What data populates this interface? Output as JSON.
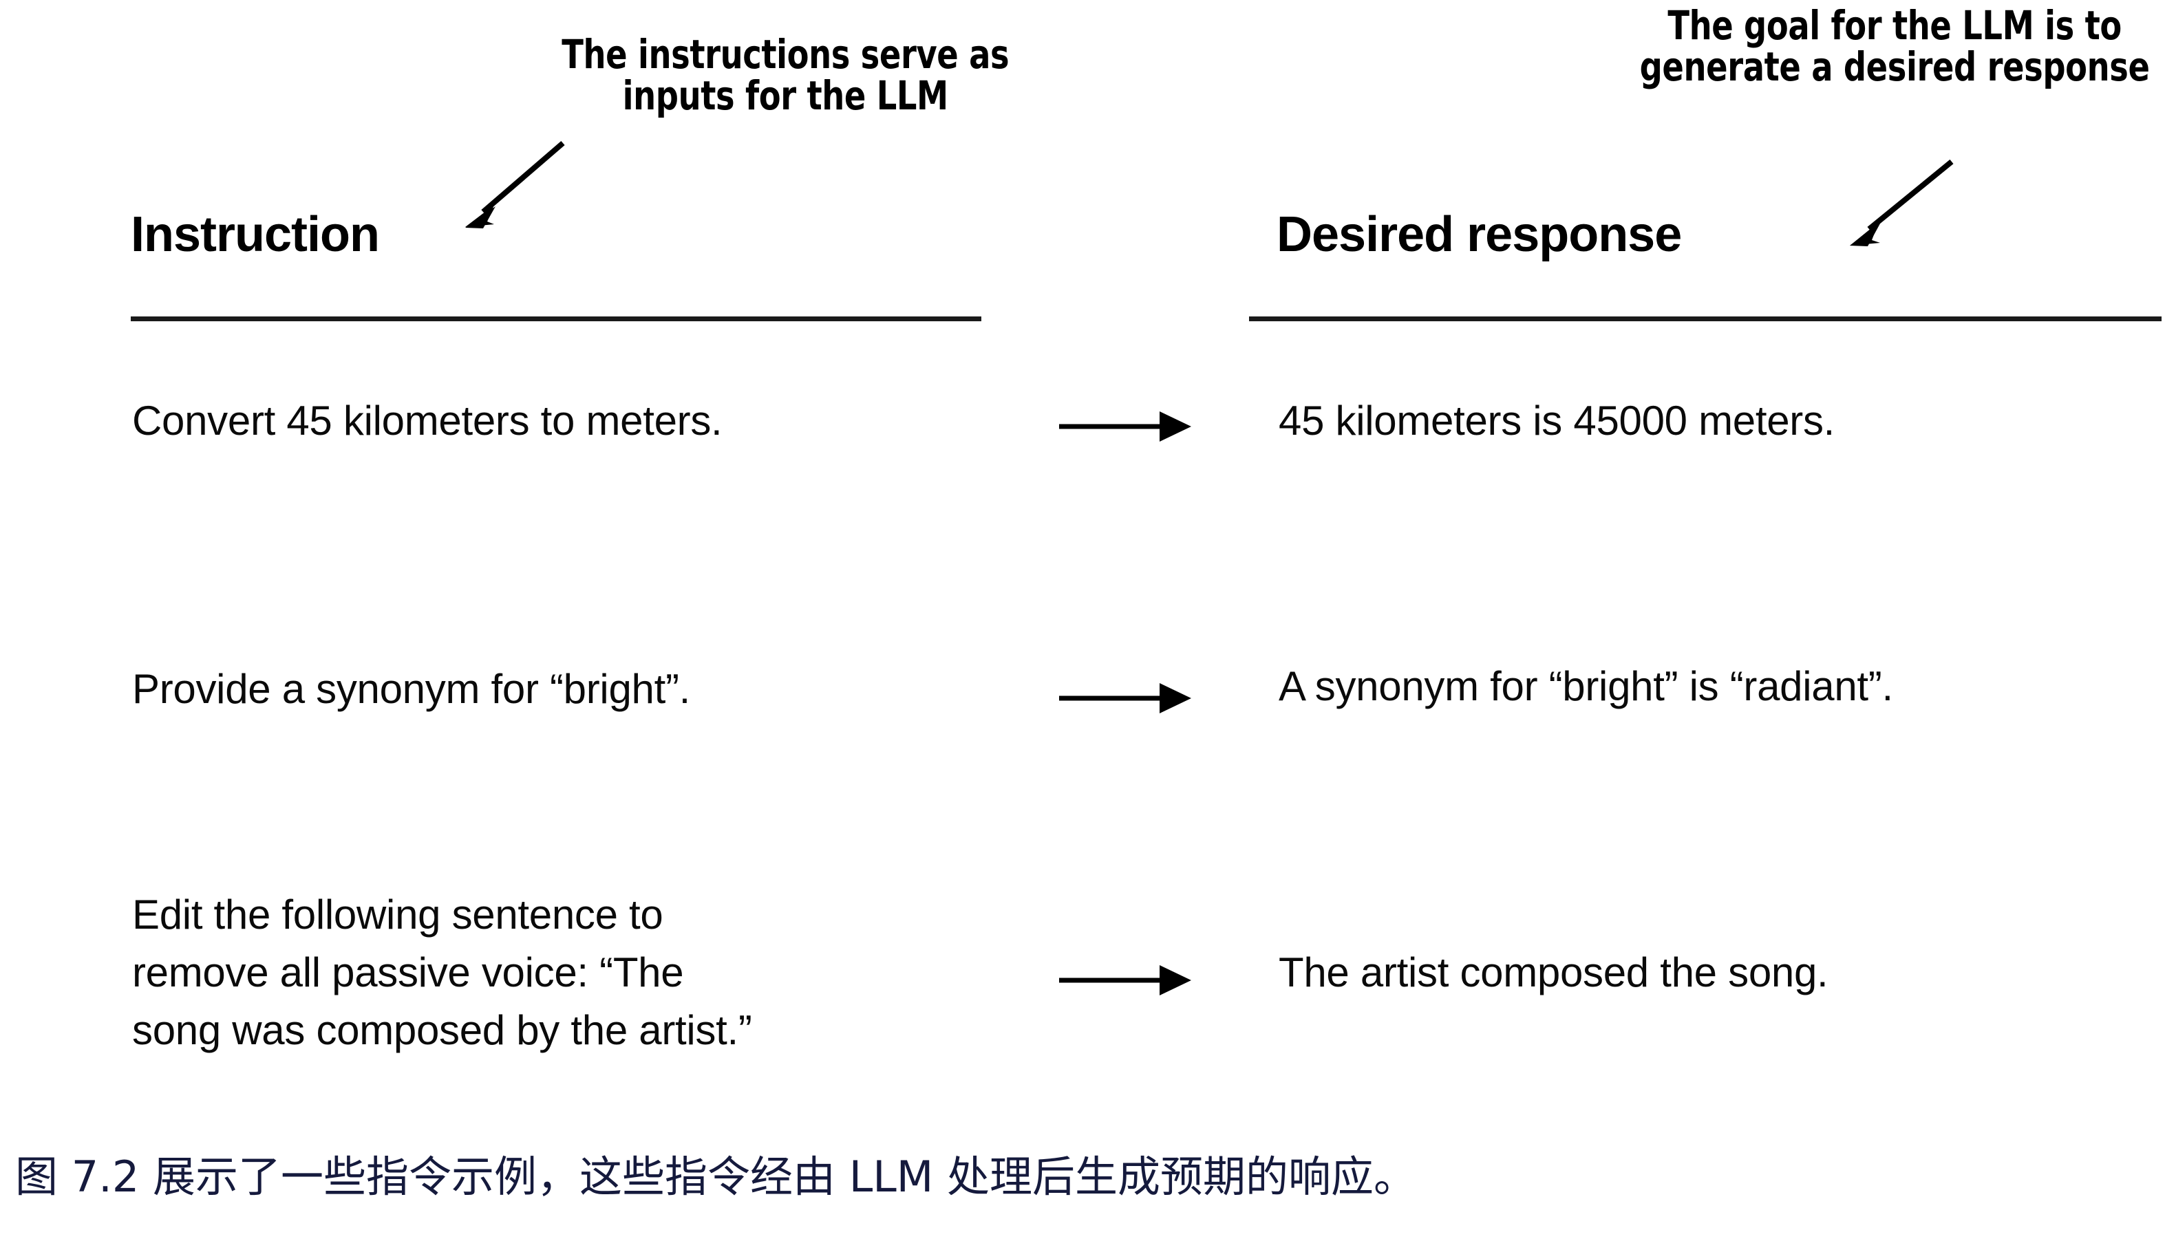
{
  "figure": {
    "background_color": "#ffffff",
    "ink_color": "#000000",
    "caption_color": "#151a3d"
  },
  "annotations": {
    "left": {
      "name": "instructions-note",
      "lines": [
        "The instructions serve as",
        "inputs for the LLM"
      ],
      "arrow_icon": "arrow-down-left-icon"
    },
    "right": {
      "name": "goal-note",
      "lines": [
        "The goal for the LLM is to",
        "generate a desired response"
      ],
      "arrow_icon": "arrow-down-left-icon"
    }
  },
  "columns": {
    "left_header": "Instruction",
    "right_header": "Desired response"
  },
  "rows": [
    {
      "instruction": "Convert 45 kilometers to meters.",
      "response": "45 kilometers is 45000 meters.",
      "arrow_icon": "arrow-right-icon"
    },
    {
      "instruction": "Provide a synonym for “bright”.",
      "response": "A synonym for “bright” is “radiant”.",
      "arrow_icon": "arrow-right-icon"
    },
    {
      "instruction": "Edit the following sentence to\nremove all passive voice: “The\nsong was composed by the artist.”",
      "response": "The artist composed the song.",
      "arrow_icon": "arrow-right-icon"
    }
  ],
  "caption": "图 7.2 展示了一些指令示例，这些指令经由 LLM 处理后生成预期的响应。"
}
